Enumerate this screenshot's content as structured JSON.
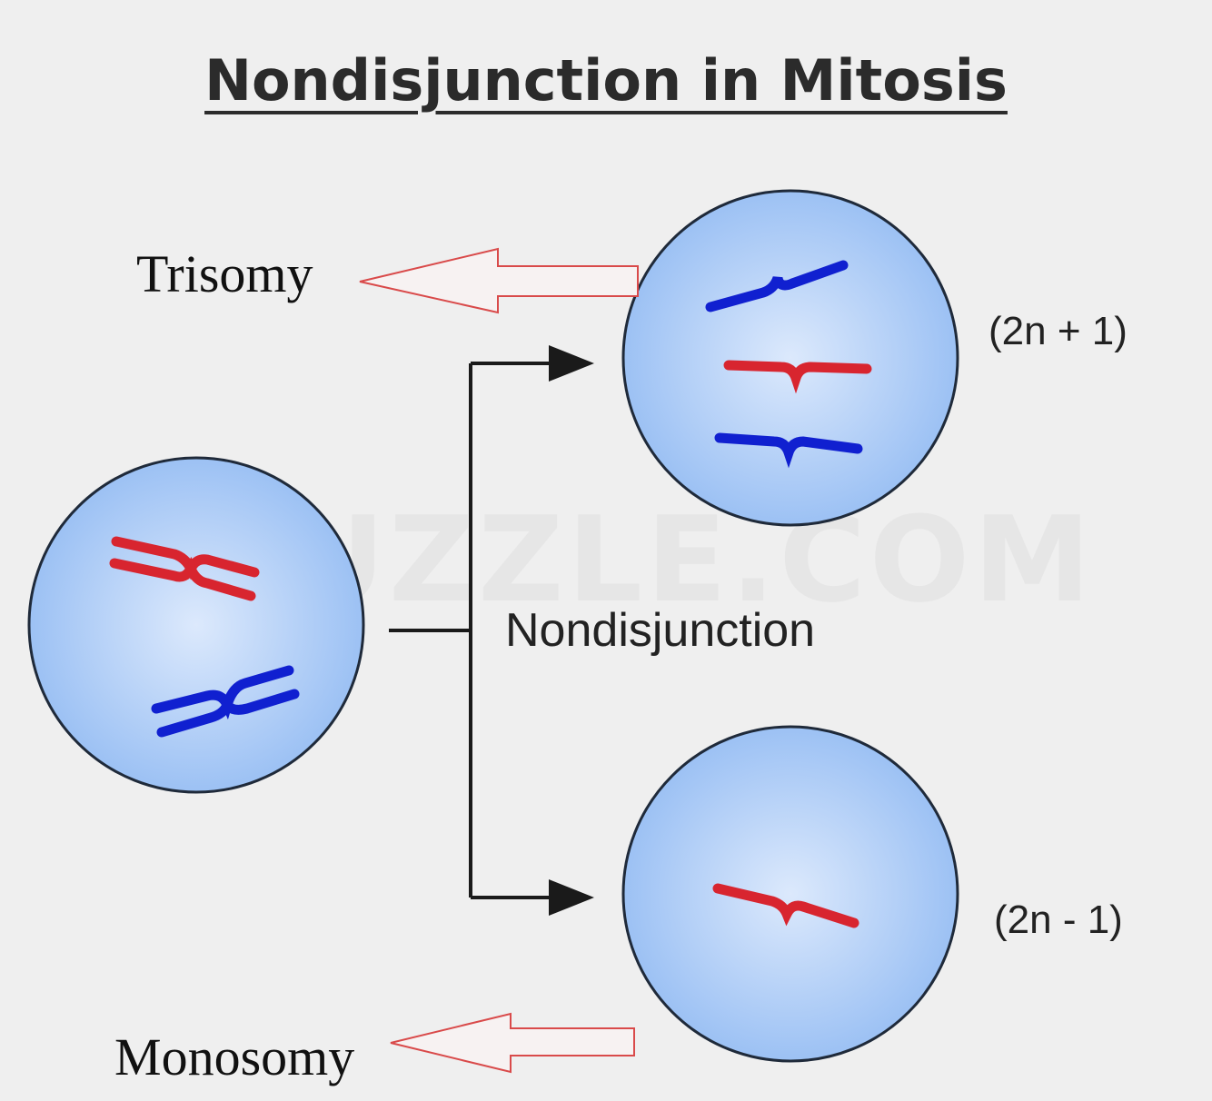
{
  "title": "Nondisjunction in Mitosis",
  "labels": {
    "trisomy": "Trisomy",
    "monosomy": "Monosomy",
    "nondisjunction": "Nondisjunction",
    "top_formula": "(2n + 1)",
    "bottom_formula": "(2n - 1)"
  },
  "watermark": "ZUZZLE.COM",
  "colors": {
    "background": "#efefef",
    "cell_fill_center": "#d9e7fb",
    "cell_fill_edge": "#9cc1f4",
    "cell_outline": "#1f2a3a",
    "chromosome_red": "#d8252f",
    "chromosome_blue": "#1020d0",
    "callout_arrow_stroke": "#d94a4a",
    "flow_arrow": "#1a1a1a"
  }
}
